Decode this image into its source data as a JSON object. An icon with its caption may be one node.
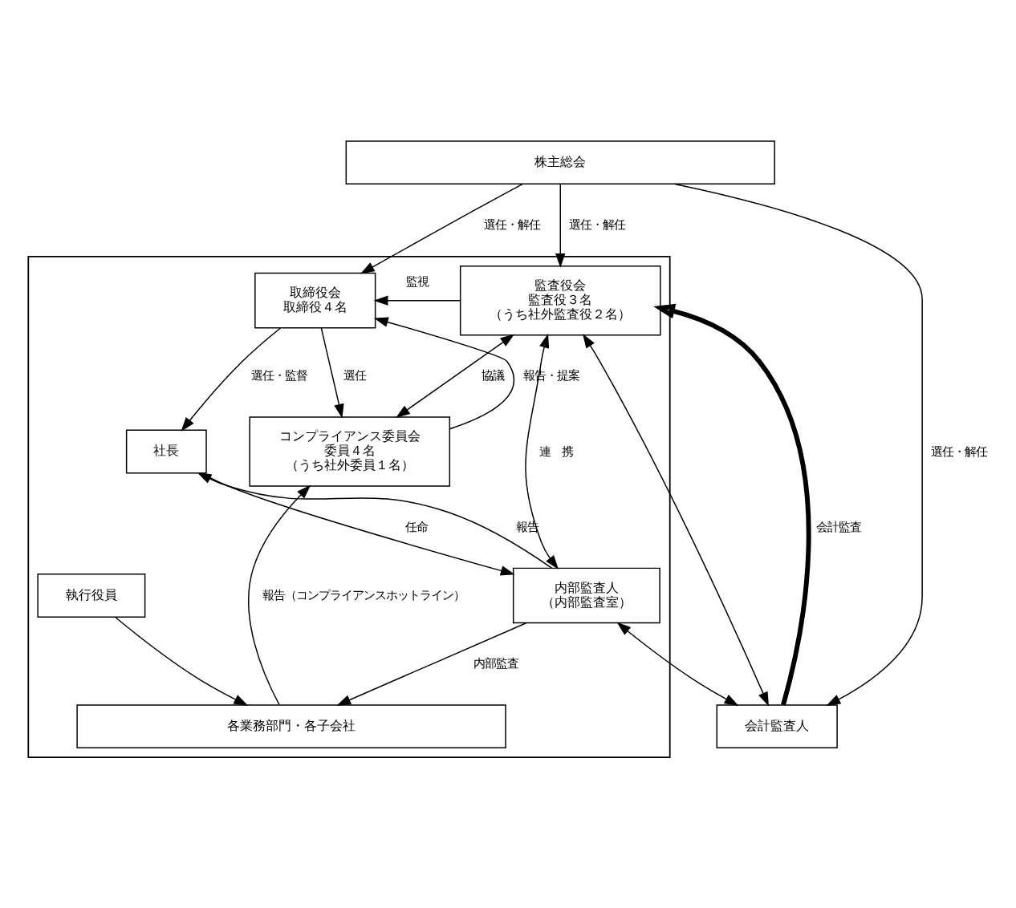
{
  "diagram": {
    "nodes": [
      {
        "text": [
          "株主総会"
        ]
      },
      {
        "text": [],
        "shape": "box"
      },
      {
        "text": [
          "取締役会",
          "取締役４名"
        ],
        "in": 1
      },
      {
        "text": [
          "監査役会",
          "監査役３名",
          "（うち社外監査役２名）"
        ],
        "in": 1
      },
      {
        "text": [
          "会計監査人"
        ]
      },
      {
        "text": [
          "コンプライアンス委員会",
          "委員４名",
          "（うち社外委員１名）"
        ],
        "in": 1
      },
      {
        "text": [
          "社長"
        ],
        "in": 1
      },
      {
        "text": [
          "執行役員"
        ],
        "in": 1
      },
      {
        "text": [
          "内部監査人",
          "（内部監査室）"
        ],
        "in": 1
      },
      {
        "text": [
          "各業務部門・各子会社"
        ],
        "in": 1
      }
    ],
    "edges": [
      {
        "from": 0,
        "to": 2,
        "arrow": "to",
        "label": "選任・解任"
      },
      {
        "from": 0,
        "to": 3,
        "arrow": "to",
        "label": "選任・解任"
      },
      {
        "from": 0,
        "to": 4,
        "arrow": "to",
        "label": "選任・解任"
      },
      {
        "from": 3,
        "to": 2,
        "arrow": "to",
        "label": "監視"
      },
      {
        "from": 2,
        "to": 5,
        "arrow": "to",
        "label": "選任"
      },
      {
        "from": 5,
        "to": 2,
        "arrow": "to",
        "label": "報告・提案"
      },
      {
        "from": 3,
        "to": 5,
        "arrow": "both",
        "label": "協議"
      },
      {
        "from": 4,
        "to": 3,
        "arrow": "to",
        "label": "会計監査",
        "style": "thick"
      },
      {
        "from": 3,
        "to": 4,
        "arrow": "both"
      },
      {
        "from": 3,
        "to": 8,
        "arrow": "both",
        "label": "連　携"
      },
      {
        "from": 8,
        "to": 4,
        "arrow": "both"
      },
      {
        "from": 2,
        "to": 6,
        "arrow": "to",
        "label": "選任・監督"
      },
      {
        "from": 6,
        "to": 8,
        "arrow": "to",
        "label": "任命"
      },
      {
        "from": 8,
        "to": 6,
        "arrow": "to",
        "label": "報告"
      },
      {
        "from": 7,
        "to": 9,
        "arrow": "to"
      },
      {
        "from": 9,
        "to": 5,
        "arrow": "to",
        "label": "報告（コンプライアンスホットライン）"
      },
      {
        "from": 8,
        "to": 9,
        "arrow": "to",
        "label": "内部監査"
      }
    ]
  }
}
